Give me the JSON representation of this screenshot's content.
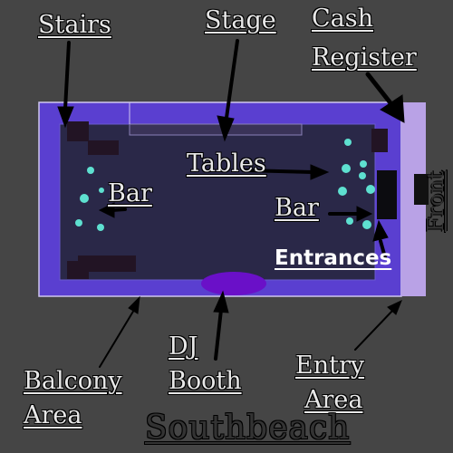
{
  "labels": {
    "stairs": "Stairs",
    "stage": "Stage",
    "cash_register_line1": "Cash",
    "cash_register_line2": "Register",
    "tables": "Tables",
    "bar_left": "Bar",
    "bar_right": "Bar",
    "front": "Front",
    "entrances": "Entrances",
    "balcony_line1": "Balcony",
    "balcony_line2": "Area",
    "dj_line1": "DJ",
    "dj_line2": "Booth",
    "entry_line1": "Entry",
    "entry_line2": "Area",
    "title": "Southbeach"
  },
  "colors": {
    "background": "#454545",
    "outer_wall": "#5a3fd0",
    "floor": "#2a2848",
    "entry_area": "#b9a2e6",
    "stage": "#3a3358",
    "dj_booth": "#6a10c8",
    "tables": "#5ee0d0",
    "furniture": "#221424",
    "arrows": "#000000"
  }
}
